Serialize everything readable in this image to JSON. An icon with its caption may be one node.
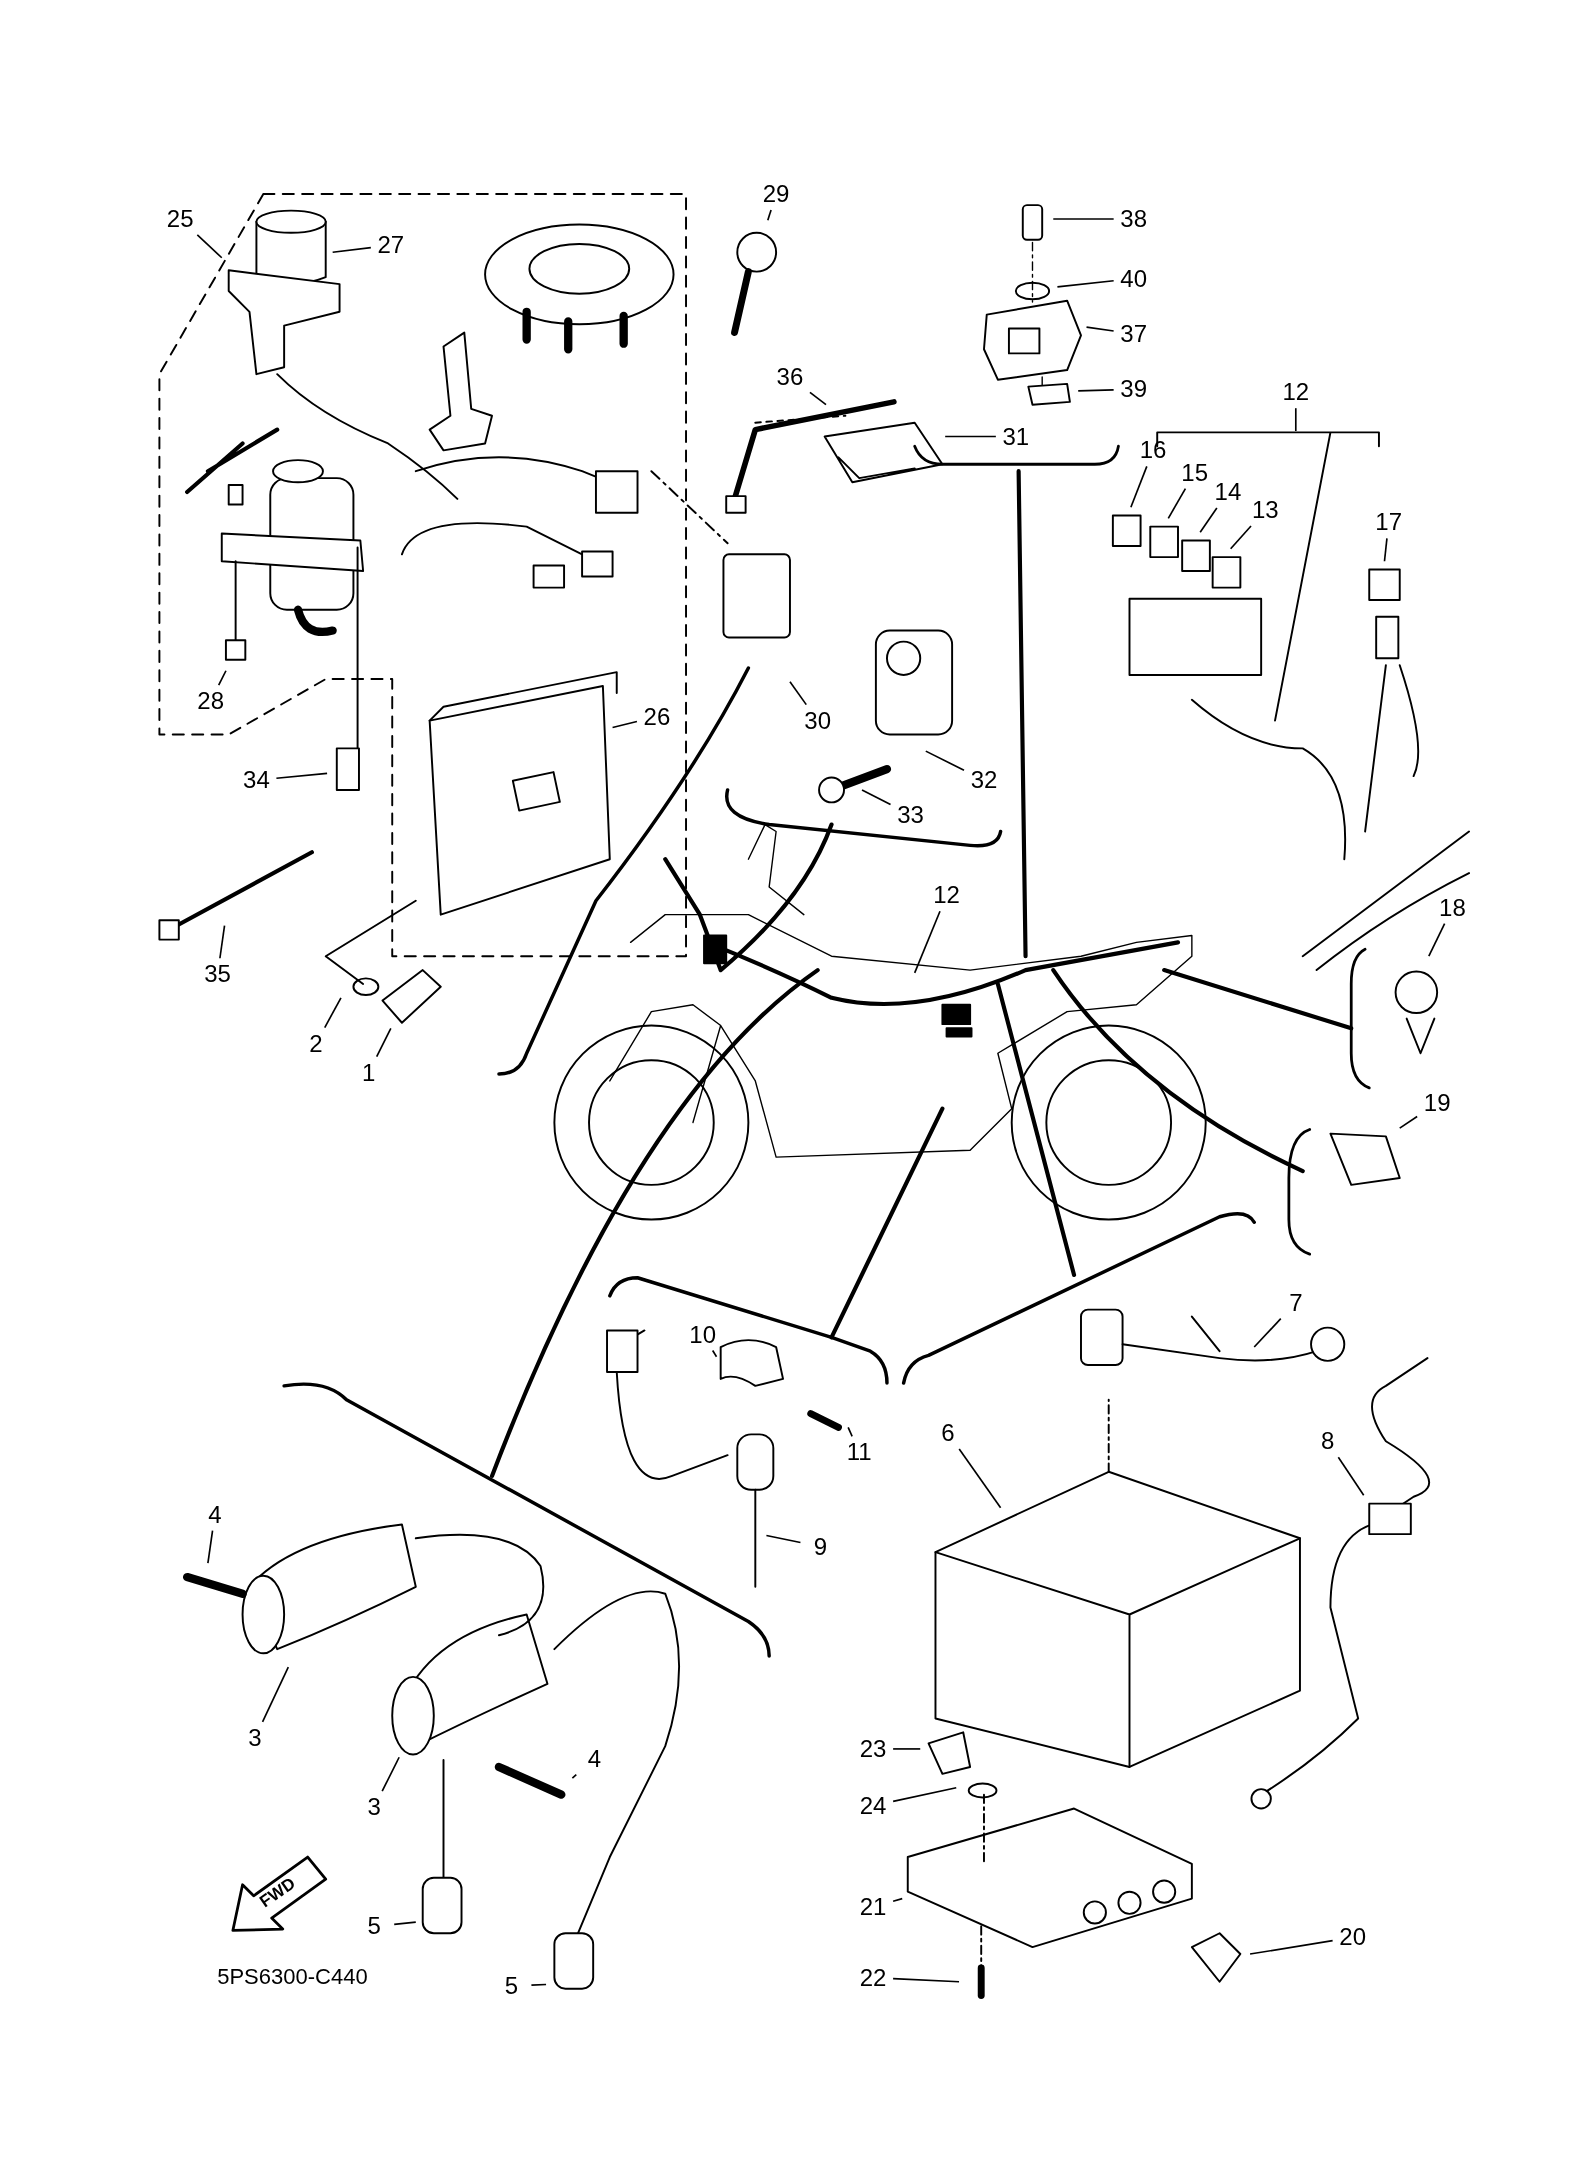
{
  "diagram": {
    "nodes": [
      {
        "text": [
          "25"
        ]
      },
      {
        "text": [
          "27"
        ]
      },
      {
        "text": [
          "29"
        ]
      },
      {
        "text": [
          "38"
        ]
      },
      {
        "text": [
          "40"
        ]
      },
      {
        "text": [
          "37"
        ]
      },
      {
        "text": [
          "36"
        ]
      },
      {
        "text": [
          "39"
        ]
      },
      {
        "text": [
          "12"
        ]
      },
      {
        "text": [
          "16"
        ]
      },
      {
        "text": [
          "15"
        ]
      },
      {
        "text": [
          "14"
        ]
      },
      {
        "text": [
          "13"
        ]
      },
      {
        "text": [
          "17"
        ]
      },
      {
        "text": [
          "31"
        ]
      },
      {
        "text": [
          "28"
        ]
      },
      {
        "text": [
          "30"
        ]
      },
      {
        "text": [
          "26"
        ]
      },
      {
        "text": [
          "34"
        ]
      },
      {
        "text": [
          "32"
        ]
      },
      {
        "text": [
          "33"
        ]
      },
      {
        "text": [
          "35"
        ]
      },
      {
        "text": [
          "12"
        ]
      },
      {
        "text": [
          "18"
        ]
      },
      {
        "text": [
          "2"
        ]
      },
      {
        "text": [
          "1"
        ]
      },
      {
        "text": [
          "19"
        ]
      },
      {
        "text": [
          "7"
        ]
      },
      {
        "text": [
          "10"
        ]
      },
      {
        "text": [
          "6"
        ]
      },
      {
        "text": [
          "8"
        ]
      },
      {
        "text": [
          "11"
        ]
      },
      {
        "text": [
          "4"
        ]
      },
      {
        "text": [
          "9"
        ]
      },
      {
        "text": [
          "3"
        ]
      },
      {
        "text": [
          "23"
        ]
      },
      {
        "text": [
          "4"
        ]
      },
      {
        "text": [
          "3"
        ]
      },
      {
        "text": [
          "24"
        ]
      },
      {
        "text": [
          "21"
        ]
      },
      {
        "text": [
          "5"
        ]
      },
      {
        "text": [
          "20"
        ]
      },
      {
        "text": [
          "22"
        ]
      },
      {
        "text": [
          "5"
        ]
      }
    ],
    "edges": [
      {
        "from": 0,
        "to": null,
        "arrow": "none"
      },
      {
        "from": 1,
        "to": null,
        "arrow": "none"
      },
      {
        "from": 2,
        "to": null,
        "arrow": "none"
      },
      {
        "from": 3,
        "to": null,
        "arrow": "none"
      },
      {
        "from": 4,
        "to": null,
        "arrow": "none"
      },
      {
        "from": 5,
        "to": null,
        "arrow": "none"
      },
      {
        "from": 6,
        "to": null,
        "arrow": "none"
      },
      {
        "from": 7,
        "to": null,
        "arrow": "none"
      },
      {
        "from": 8,
        "to": null,
        "arrow": "none"
      },
      {
        "from": 9,
        "to": null,
        "arrow": "none"
      },
      {
        "from": 10,
        "to": null,
        "arrow": "none"
      },
      {
        "from": 11,
        "to": null,
        "arrow": "none"
      },
      {
        "from": 12,
        "to": null,
        "arrow": "none"
      },
      {
        "from": 13,
        "to": null,
        "arrow": "none"
      },
      {
        "from": 14,
        "to": null,
        "arrow": "none"
      },
      {
        "from": 15,
        "to": null,
        "arrow": "none"
      },
      {
        "from": 16,
        "to": null,
        "arrow": "none"
      },
      {
        "from": 17,
        "to": null,
        "arrow": "none"
      },
      {
        "from": 18,
        "to": null,
        "arrow": "none"
      },
      {
        "from": 19,
        "to": null,
        "arrow": "none"
      },
      {
        "from": 20,
        "to": null,
        "arrow": "none"
      },
      {
        "from": 21,
        "to": null,
        "arrow": "none"
      },
      {
        "from": 22,
        "to": null,
        "arrow": "none"
      },
      {
        "from": 23,
        "to": null,
        "arrow": "none"
      },
      {
        "from": 24,
        "to": null,
        "arrow": "none"
      },
      {
        "from": 25,
        "to": null,
        "arrow": "none"
      },
      {
        "from": 26,
        "to": null,
        "arrow": "none"
      },
      {
        "from": 27,
        "to": null,
        "arrow": "none"
      },
      {
        "from": 28,
        "to": null,
        "arrow": "none"
      },
      {
        "from": 29,
        "to": null,
        "arrow": "none"
      },
      {
        "from": 30,
        "to": null,
        "arrow": "none"
      },
      {
        "from": 31,
        "to": null,
        "arrow": "none"
      },
      {
        "from": 32,
        "to": null,
        "arrow": "none"
      },
      {
        "from": 33,
        "to": null,
        "arrow": "none"
      },
      {
        "from": 34,
        "to": null,
        "arrow": "none"
      },
      {
        "from": 35,
        "to": null,
        "arrow": "none"
      },
      {
        "from": 36,
        "to": null,
        "arrow": "none"
      },
      {
        "from": 37,
        "to": null,
        "arrow": "none"
      },
      {
        "from": 38,
        "to": null,
        "arrow": "none"
      },
      {
        "from": 39,
        "to": null,
        "arrow": "none"
      },
      {
        "from": 40,
        "to": null,
        "arrow": "none"
      },
      {
        "from": 41,
        "to": null,
        "arrow": "none"
      },
      {
        "from": 42,
        "to": null,
        "arrow": "none"
      },
      {
        "from": 43,
        "to": null,
        "arrow": "none"
      }
    ],
    "labels": [
      "FWD",
      "5PS6300-C440"
    ]
  }
}
